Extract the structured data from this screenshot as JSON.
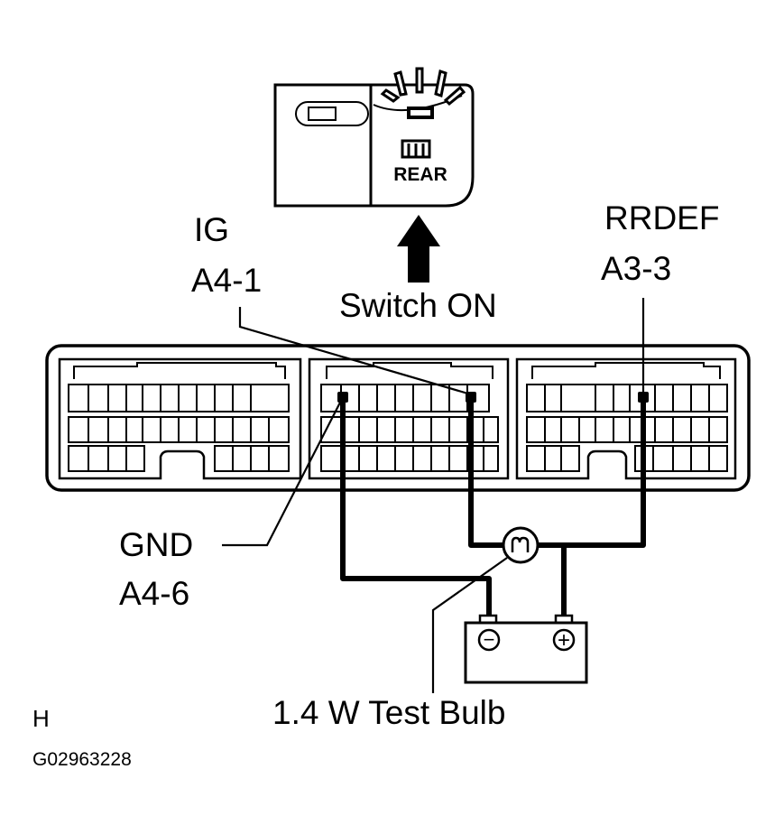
{
  "labels": {
    "ig": "IG",
    "ig_pin": "A4-1",
    "rrdef": "RRDEF",
    "rrdef_pin": "A3-3",
    "switch_on": "Switch ON",
    "gnd": "GND",
    "gnd_pin": "A4-6",
    "test_bulb": "1.4 W Test Bulb",
    "sheet_letter": "H",
    "figure_code": "G02963228"
  },
  "switch_panel": {
    "button_label": "REAR"
  },
  "battery": {
    "negative_symbol": "−",
    "positive_symbol": "+"
  },
  "colors": {
    "ink": "#000000",
    "background": "#ffffff"
  }
}
